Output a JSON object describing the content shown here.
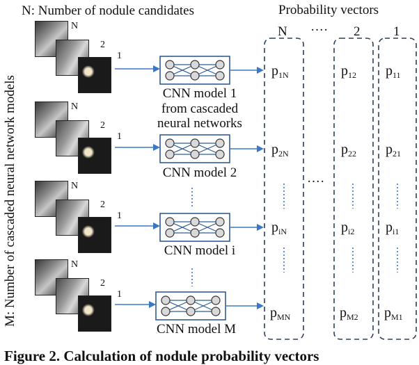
{
  "header": {
    "n_definition": "N: Number of nodule candidates",
    "prob_vectors_title": "Probability vectors"
  },
  "side_label": "M: Number of cascaded neural network models",
  "column_headers": [
    "N",
    "····",
    "2",
    "1"
  ],
  "stack_marks": {
    "n": "N",
    "two": "2",
    "one": "1"
  },
  "models": [
    {
      "label": "CNN model 1",
      "extra": [
        "from cascaded",
        "neural networks"
      ]
    },
    {
      "label": "CNN model 2",
      "extra": []
    },
    {
      "label": "CNN model i",
      "extra": []
    },
    {
      "label": "CNN model M",
      "extra": []
    }
  ],
  "vectors": {
    "col_N": [
      {
        "p": "p",
        "sub": "1N"
      },
      {
        "p": "p",
        "sub": "2N"
      },
      {
        "p": "p",
        "sub": "iN"
      },
      {
        "p": "p",
        "sub": "MN"
      }
    ],
    "col_2": [
      {
        "p": "p",
        "sub": "12"
      },
      {
        "p": "p",
        "sub": "22"
      },
      {
        "p": "p",
        "sub": "i2"
      },
      {
        "p": "p",
        "sub": "M2"
      }
    ],
    "col_1": [
      {
        "p": "p",
        "sub": "11"
      },
      {
        "p": "p",
        "sub": "21"
      },
      {
        "p": "p",
        "sub": "i1"
      },
      {
        "p": "p",
        "sub": "M1"
      }
    ]
  },
  "middle_dots": "····",
  "caption": "Figure 2. Calculation of nodule probability vectors",
  "colors": {
    "arrow": "#3b78c4",
    "dash_box": "#2b3f58",
    "node_fill": "#d9d9d9",
    "cnn_box": "#2e5d94",
    "dots": "#5b8ed0"
  }
}
